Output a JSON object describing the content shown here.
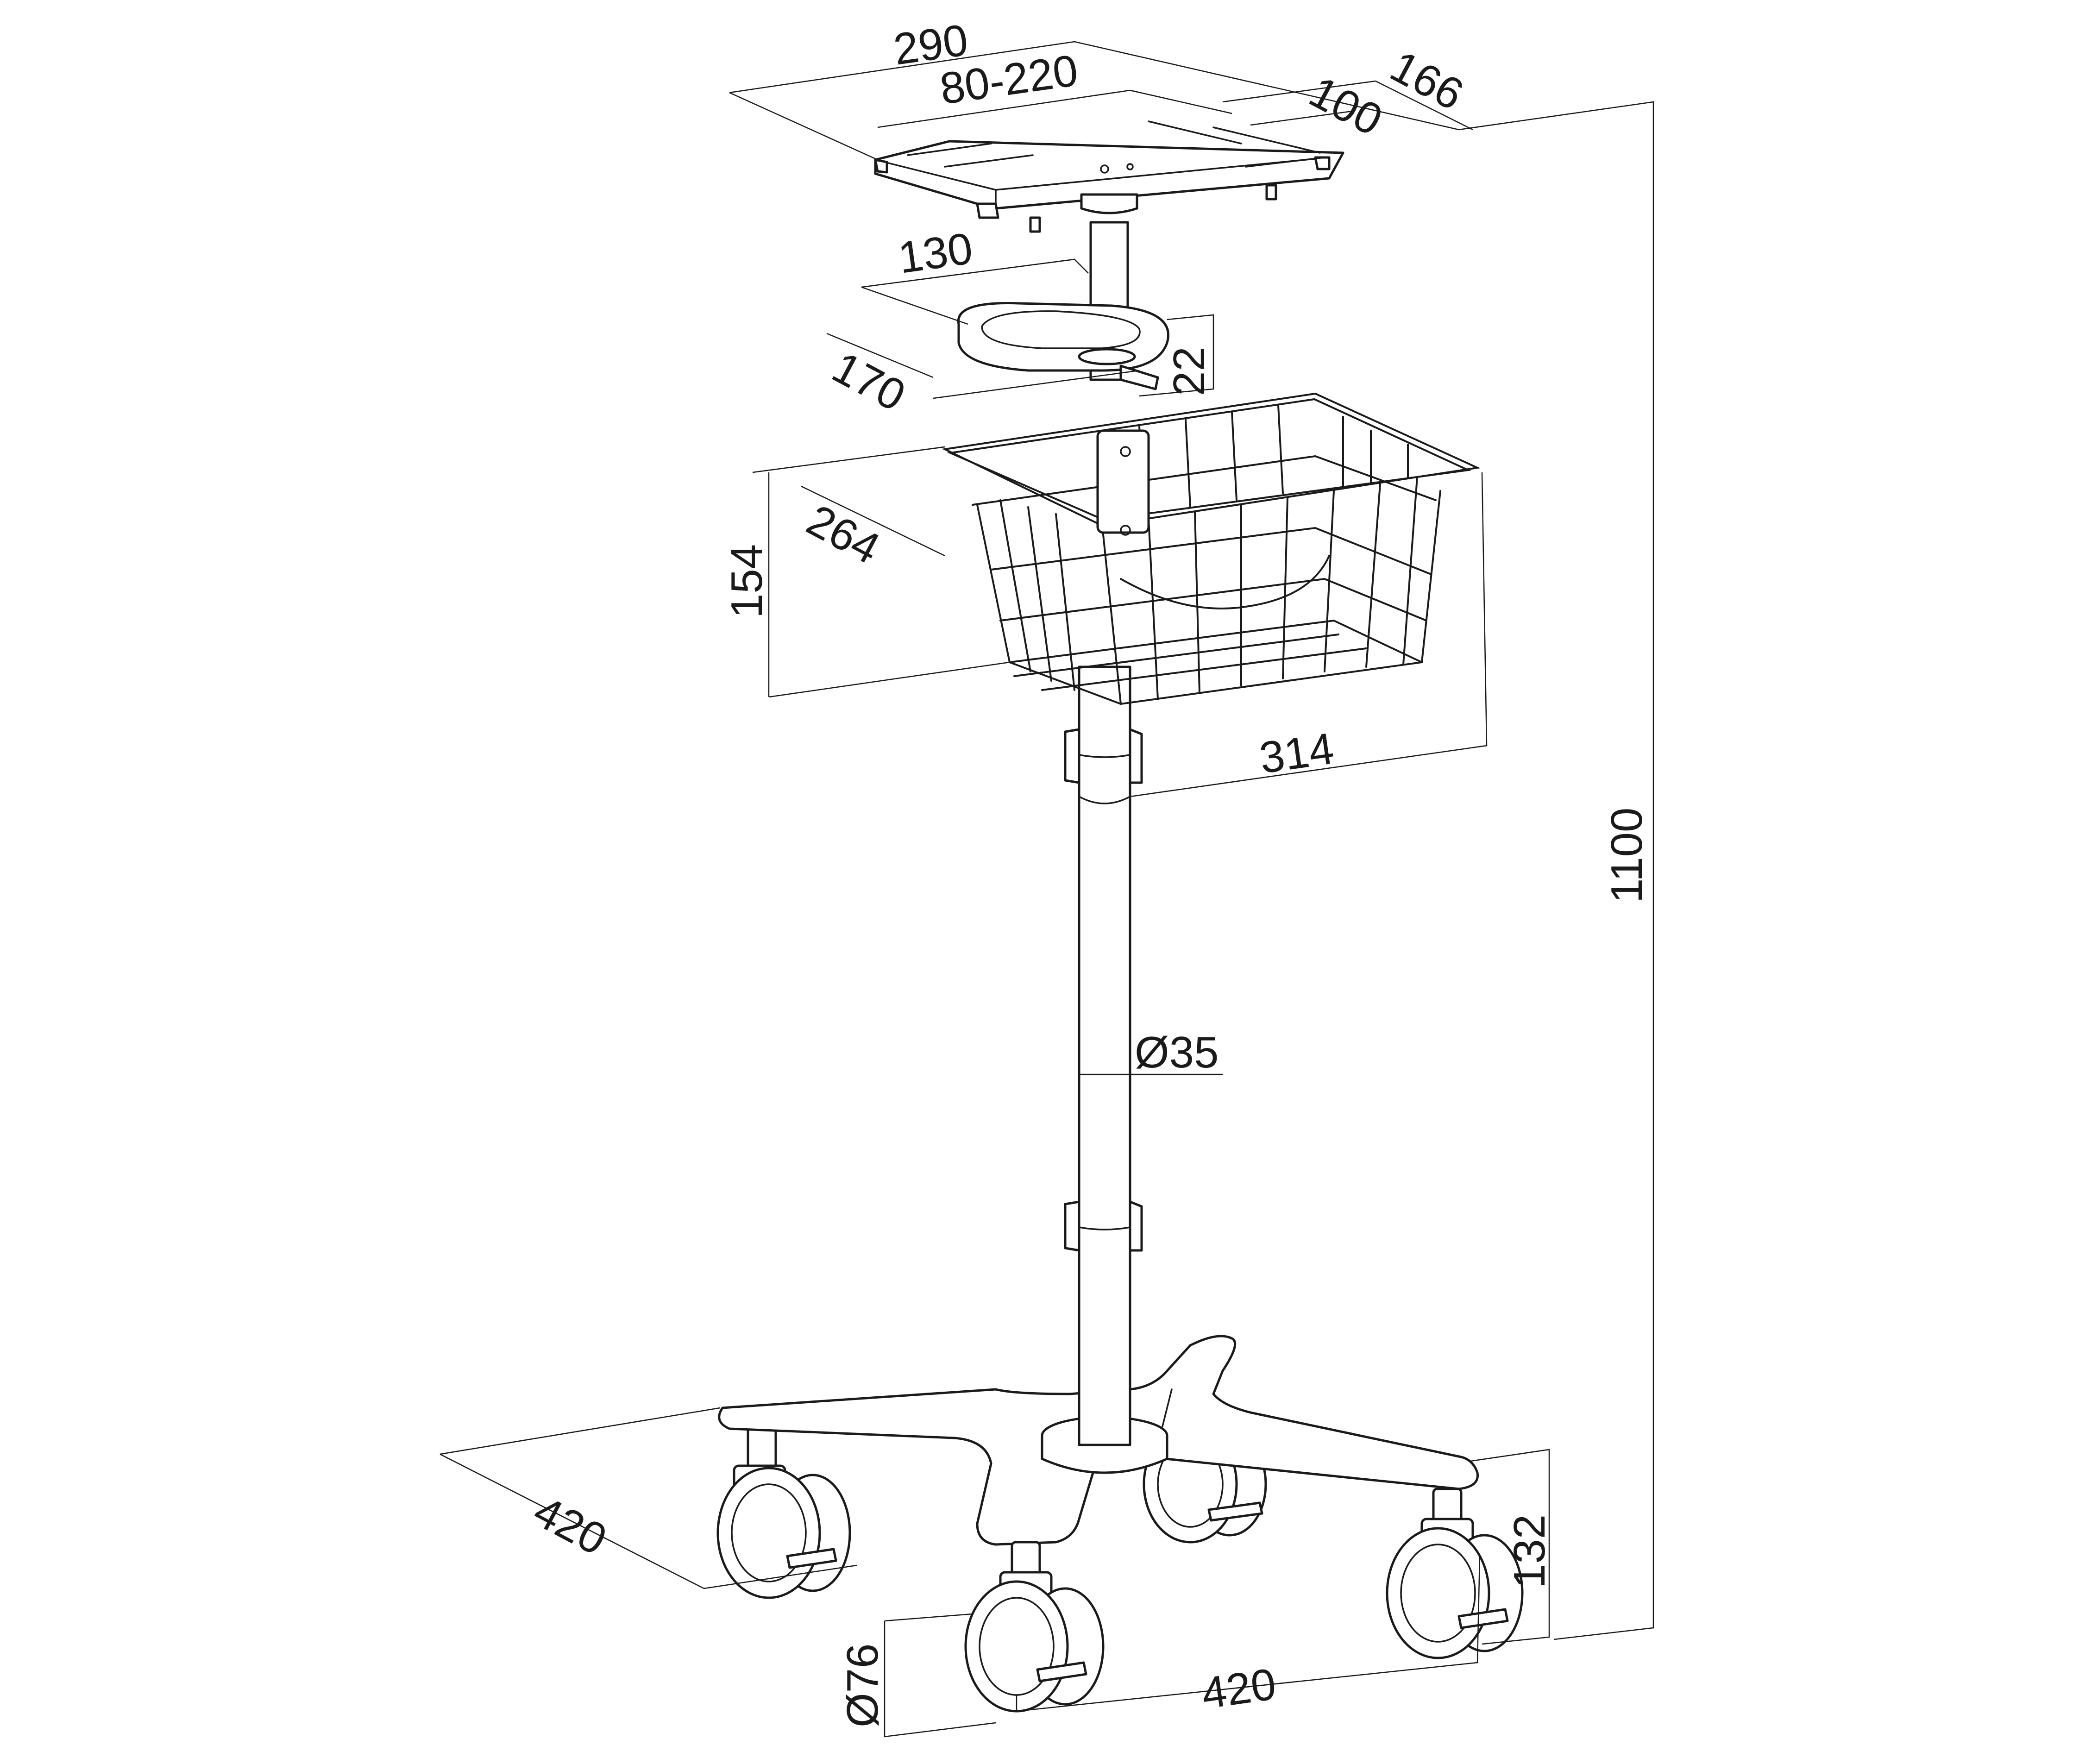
{
  "colors": {
    "ink": "#1a1a1a",
    "background": "#ffffff"
  },
  "dimensions": {
    "top_plate_width": "290",
    "clamp_range": "80-220",
    "top_plate_depth": "166",
    "slot_spacing": "100",
    "holder_inner": "130",
    "holder_outer": "170",
    "holder_height": "22",
    "basket_depth": "264",
    "basket_height": "154",
    "basket_width": "314",
    "pole_diameter": "Ø35",
    "total_height": "1100",
    "base_depth": "420",
    "base_width": "420",
    "caster_height": "132",
    "wheel_diameter": "Ø76"
  }
}
